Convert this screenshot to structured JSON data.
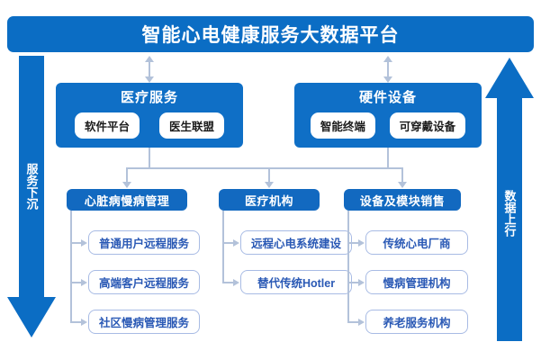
{
  "diagram": {
    "title": "智能心电健康服务大数据平台",
    "side_arrows": {
      "left": {
        "label": "服务下沉",
        "direction": "down",
        "color": "#0b6dc4"
      },
      "right": {
        "label": "数据上行",
        "direction": "up",
        "color": "#0b6dc4"
      }
    },
    "tier1": [
      {
        "id": "medical",
        "title": "医疗服务",
        "pills": [
          "软件平台",
          "医生联盟"
        ]
      },
      {
        "id": "hardware",
        "title": "硬件设备",
        "pills": [
          "智能终端",
          "可穿戴设备"
        ]
      }
    ],
    "tier2": [
      {
        "id": "chronic",
        "title": "心脏病慢病管理",
        "leaves": [
          "普通用户远程服务",
          "高端客户远程服务",
          "社区慢病管理服务"
        ]
      },
      {
        "id": "org",
        "title": "医疗机构",
        "leaves": [
          "远程心电系统建设",
          "替代传统Hotler"
        ]
      },
      {
        "id": "sales",
        "title": "设备及模块销售",
        "leaves": [
          "传统心电厂商",
          "慢病管理机构",
          "养老服务机构"
        ]
      }
    ],
    "colors": {
      "title_bar": "#0b6dc4",
      "tier1_box": "#0f6fc6",
      "tier2_box": "#1269c0",
      "leaf_border": "#a8bbe4",
      "leaf_text": "#2a59b5",
      "connector": "#b3c2da",
      "background": "#ffffff"
    }
  }
}
